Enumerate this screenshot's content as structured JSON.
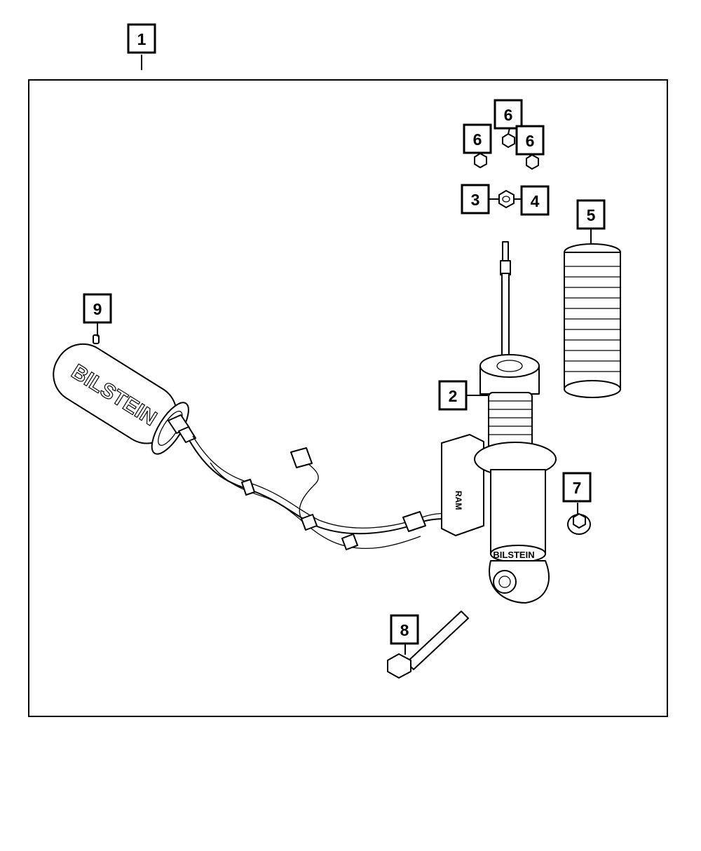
{
  "callouts": [
    {
      "id": "c1",
      "label": "1"
    },
    {
      "id": "c2",
      "label": "2"
    },
    {
      "id": "c3",
      "label": "3"
    },
    {
      "id": "c4",
      "label": "4"
    },
    {
      "id": "c5",
      "label": "5"
    },
    {
      "id": "c6a",
      "label": "6"
    },
    {
      "id": "c6b",
      "label": "6"
    },
    {
      "id": "c6c",
      "label": "6"
    },
    {
      "id": "c7",
      "label": "7"
    },
    {
      "id": "c8",
      "label": "8"
    },
    {
      "id": "c9",
      "label": "9"
    }
  ],
  "logos": {
    "reservoir_brand": "BILSTEIN",
    "shock_brand": "BILSTEIN",
    "module_brand": "RAM"
  },
  "colors": {
    "line": "#000000",
    "background": "#ffffff"
  }
}
